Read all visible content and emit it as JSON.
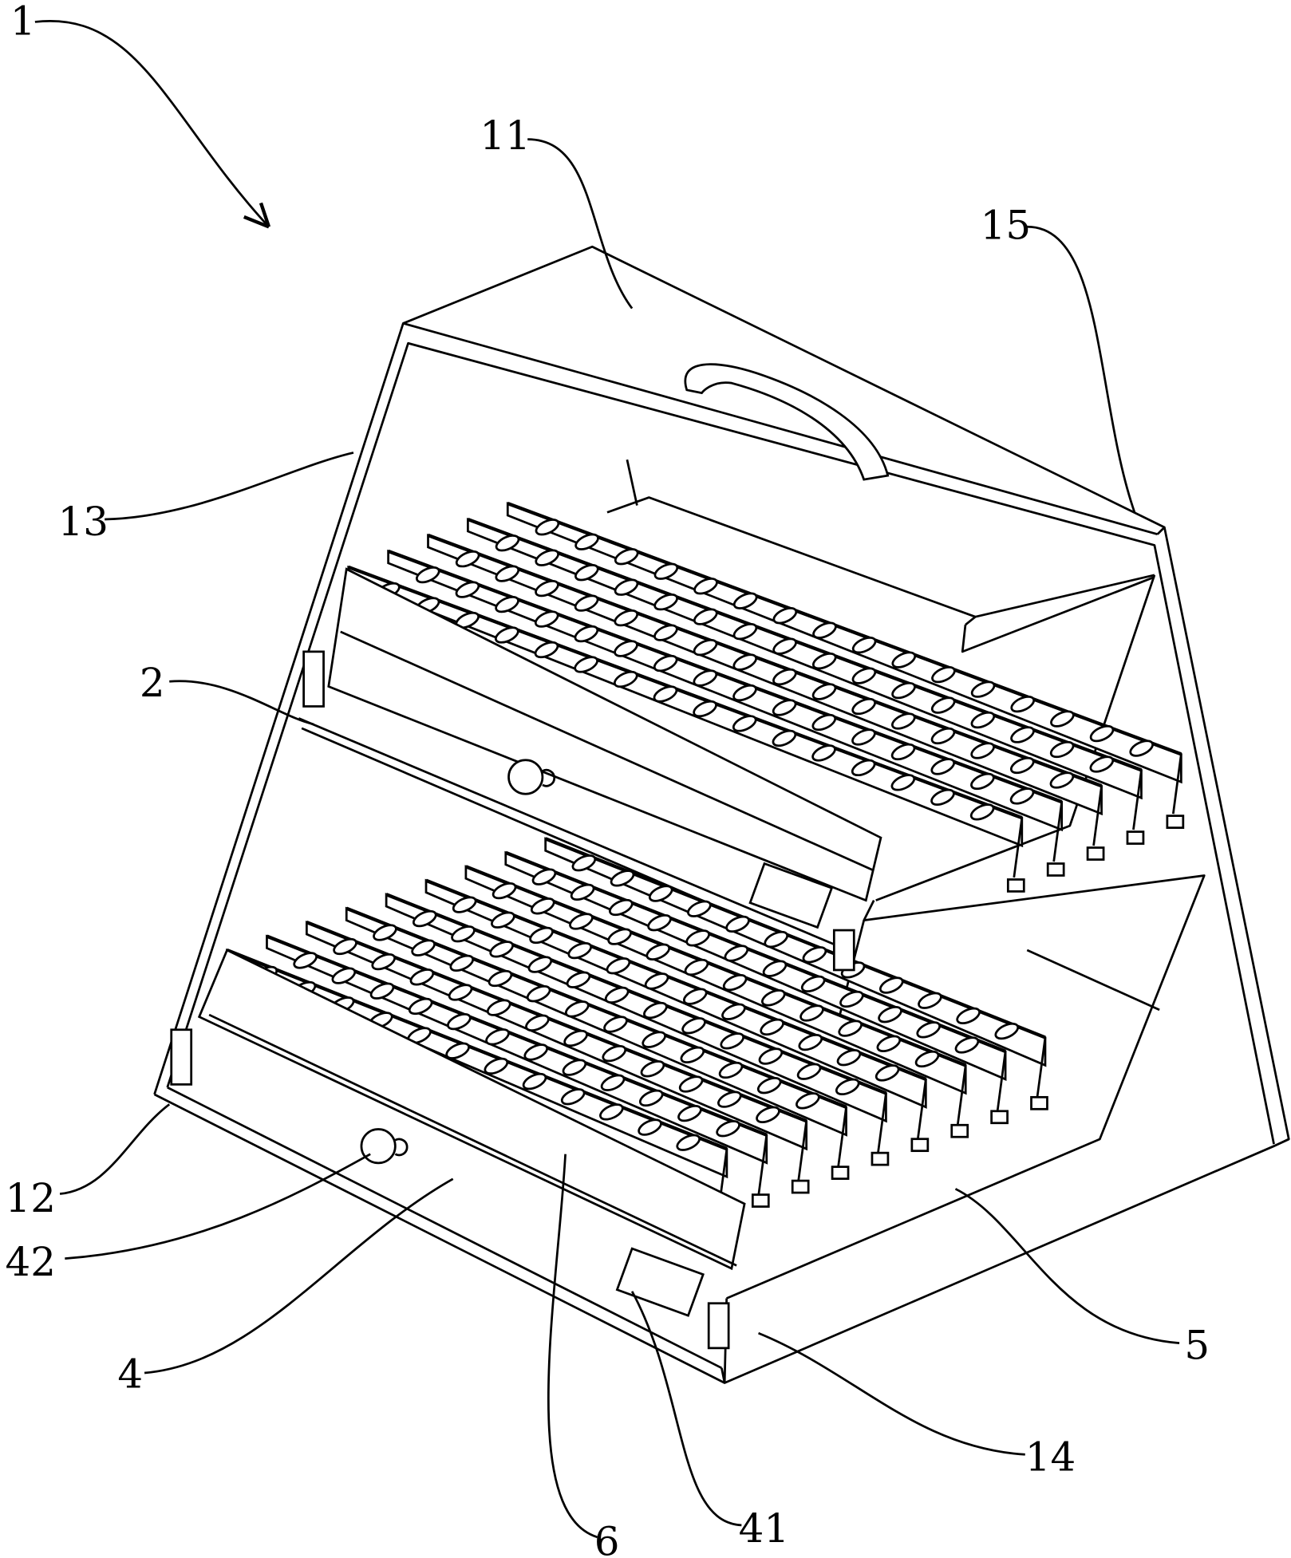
{
  "figure": {
    "labels": {
      "assembly": "1",
      "top_panel": "11",
      "right_edge": "15",
      "left_side": "13",
      "upper_drawer": "2",
      "bottom_edge": "12",
      "knob": "42",
      "lower_drawer": "4",
      "drawer_front": "6",
      "keypad": "41",
      "base": "14",
      "rail": "5"
    }
  }
}
